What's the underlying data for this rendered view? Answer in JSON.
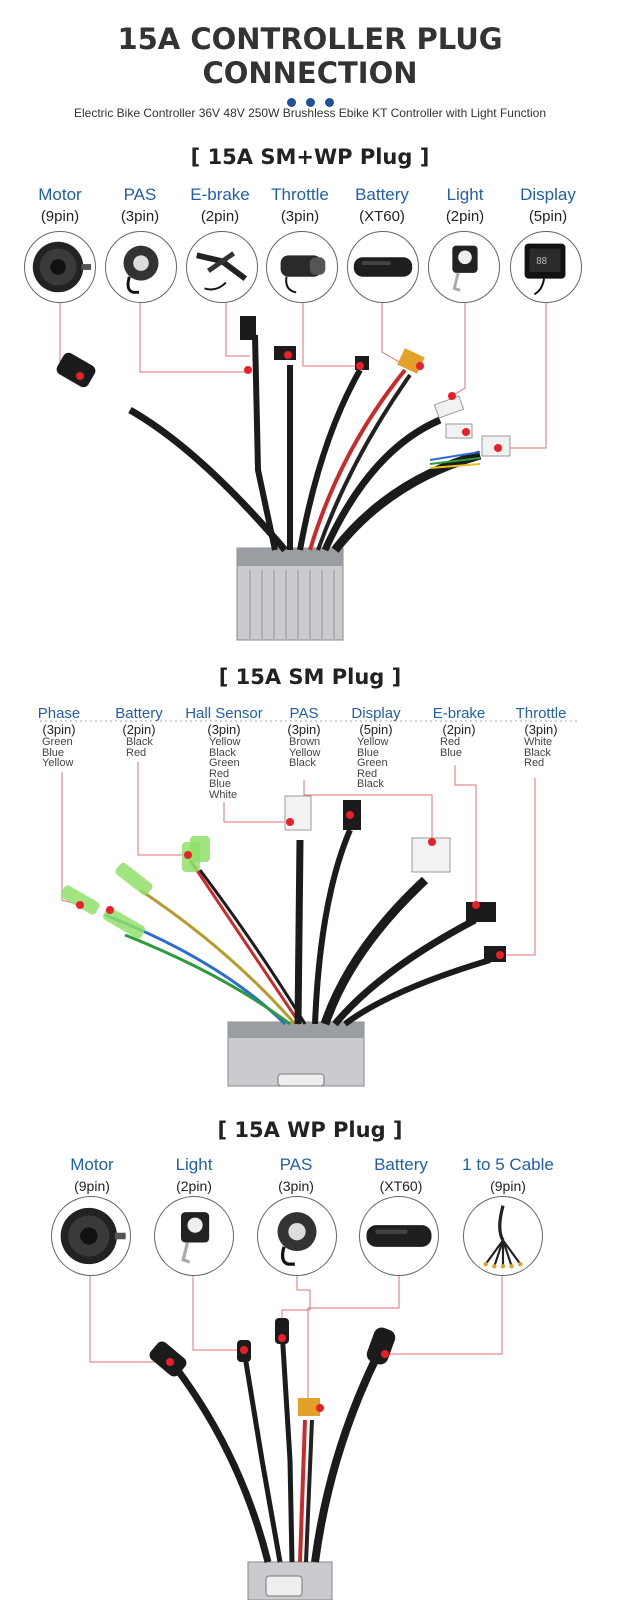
{
  "header": {
    "title_line1": "15A CONTROLLER PLUG",
    "title_line2": "CONNECTION",
    "subtitle": "Electric Bike Controller 36V 48V 250W Brushless Ebike KT Controller with Light Function"
  },
  "section1": {
    "title": "[ 15A  SM+WP Plug ]",
    "items": [
      {
        "name": "Motor",
        "pins": "(9pin)",
        "icon": "hub-motor-icon"
      },
      {
        "name": "PAS",
        "pins": "(3pin)",
        "icon": "pas-sensor-icon"
      },
      {
        "name": "E-brake",
        "pins": "(2pin)",
        "icon": "brake-lever-icon"
      },
      {
        "name": "Throttle",
        "pins": "(3pin)",
        "icon": "throttle-icon"
      },
      {
        "name": "Battery",
        "pins": "(XT60)",
        "icon": "battery-icon"
      },
      {
        "name": "Light",
        "pins": "(2pin)",
        "icon": "headlight-icon"
      },
      {
        "name": "Display",
        "pins": "(5pin)",
        "icon": "lcd-display-icon"
      }
    ]
  },
  "section2": {
    "title": "[ 15A  SM Plug ]",
    "items": [
      {
        "name": "Phase",
        "pins": "(3pin)",
        "wires": [
          "Green",
          "Blue",
          "Yellow"
        ]
      },
      {
        "name": "Battery",
        "pins": "(2pin)",
        "wires": [
          "Black",
          "Red"
        ]
      },
      {
        "name": "Hall Sensor",
        "pins": "(3pin)",
        "wires": [
          "Yellow",
          "Black",
          "Green",
          "Red",
          "Blue",
          "White"
        ]
      },
      {
        "name": "PAS",
        "pins": "(3pin)",
        "wires": [
          "Brown",
          "Yellow",
          "Black"
        ]
      },
      {
        "name": "Display",
        "pins": "(5pin)",
        "wires": [
          "Yellow",
          "Blue",
          "Green",
          "Red",
          "Black"
        ]
      },
      {
        "name": "E-brake",
        "pins": "(2pin)",
        "wires": [
          "Red",
          "Blue"
        ]
      },
      {
        "name": "Throttle",
        "pins": "(3pin)",
        "wires": [
          "White",
          "Black",
          "Red"
        ]
      }
    ]
  },
  "section3": {
    "title": "[ 15A  WP Plug ]",
    "items": [
      {
        "name": "Motor",
        "pins": "(9pin)",
        "icon": "hub-motor-icon"
      },
      {
        "name": "Light",
        "pins": "(2pin)",
        "icon": "headlight-icon"
      },
      {
        "name": "PAS",
        "pins": "(3pin)",
        "icon": "pas-sensor-icon"
      },
      {
        "name": "Battery",
        "pins": "(XT60)",
        "icon": "battery-icon"
      },
      {
        "name": "1 to 5 Cable",
        "pins": "(9pin)",
        "icon": "cable-icon"
      }
    ]
  },
  "colors": {
    "accent_blue": "#1f5fad",
    "leader_line": "#e07070",
    "marker_red": "#e8202a"
  }
}
